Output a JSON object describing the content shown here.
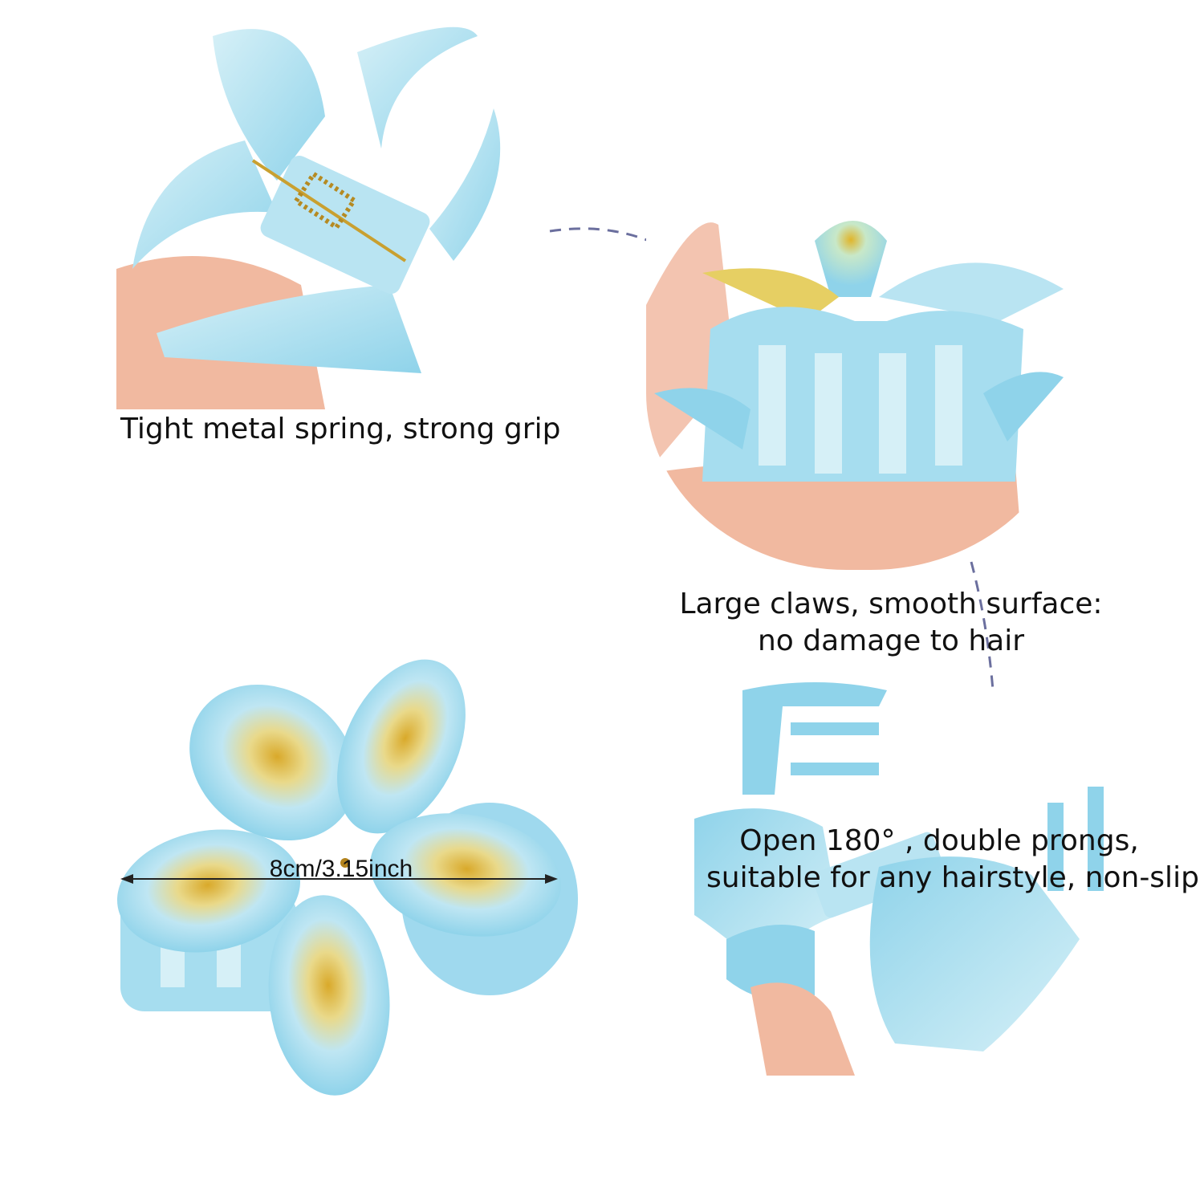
{
  "captions": {
    "spring": "Tight metal spring, strong grip",
    "claws_line1": "Large claws, smooth surface:",
    "claws_line2": "no damage to hair",
    "open_line1": "Open 180° , double prongs,",
    "open_line2": "suitable for any hairstyle, non-slip",
    "size": "8cm/3.15inch"
  },
  "colors": {
    "petal_blue": "#8fd3ea",
    "petal_light": "#d6f0f7",
    "center_yellow": "#e0b52a",
    "skin": "#f1b9a0",
    "dash": "#6b6f9e"
  },
  "icons": {
    "dimension_arrow": "double-headed-arrow",
    "callout_line": "dashed-connector"
  }
}
